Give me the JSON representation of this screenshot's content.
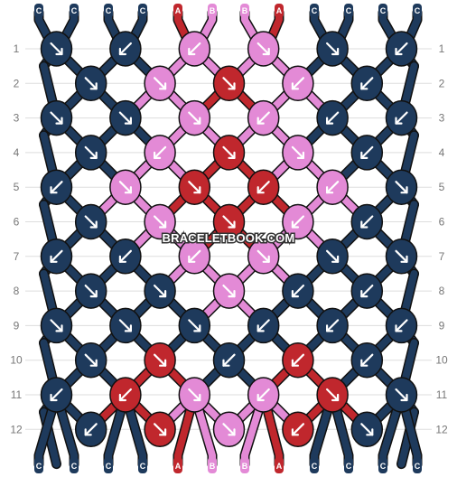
{
  "watermark": "BRACELETBOOK.COM",
  "colors": {
    "C": "#1e3a5c",
    "A": "#c0272d",
    "B": "#e38ad6"
  },
  "strands_top": [
    "C",
    "C",
    "C",
    "C",
    "A",
    "B",
    "B",
    "A",
    "C",
    "C",
    "C",
    "C"
  ],
  "strands_bottom": [
    "C",
    "C",
    "C",
    "C",
    "A",
    "B",
    "B",
    "A",
    "C",
    "C",
    "C",
    "C"
  ],
  "row_labels": [
    "1",
    "2",
    "3",
    "4",
    "5",
    "6",
    "7",
    "8",
    "9",
    "10",
    "11",
    "12"
  ],
  "knot_rows": [
    [
      {
        "c": "C",
        "d": "ur"
      },
      {
        "c": "C",
        "d": "ul"
      },
      {
        "c": "B",
        "d": "ul"
      },
      {
        "c": "B",
        "d": "ur"
      },
      {
        "c": "C",
        "d": "ur"
      },
      {
        "c": "C",
        "d": "ul"
      }
    ],
    [
      {
        "c": "C",
        "d": "ur"
      },
      {
        "c": "B",
        "d": "ur"
      },
      {
        "c": "A",
        "d": "ur"
      },
      {
        "c": "B",
        "d": "ul"
      },
      {
        "c": "C",
        "d": "ul"
      }
    ],
    [
      {
        "c": "C",
        "d": "ur"
      },
      {
        "c": "C",
        "d": "ur"
      },
      {
        "c": "B",
        "d": "ur"
      },
      {
        "c": "B",
        "d": "ul"
      },
      {
        "c": "C",
        "d": "ul"
      },
      {
        "c": "C",
        "d": "ul"
      }
    ],
    [
      {
        "c": "C",
        "d": "ur"
      },
      {
        "c": "B",
        "d": "ul"
      },
      {
        "c": "A",
        "d": "ur"
      },
      {
        "c": "B",
        "d": "ur"
      },
      {
        "c": "C",
        "d": "ul"
      }
    ],
    [
      {
        "c": "C",
        "d": "ul"
      },
      {
        "c": "B",
        "d": "ur"
      },
      {
        "c": "A",
        "d": "ur"
      },
      {
        "c": "A",
        "d": "ul"
      },
      {
        "c": "B",
        "d": "ul"
      },
      {
        "c": "C",
        "d": "ur"
      }
    ],
    [
      {
        "c": "C",
        "d": "ur"
      },
      {
        "c": "B",
        "d": "ur"
      },
      {
        "c": "A",
        "d": "ur"
      },
      {
        "c": "B",
        "d": "ul"
      },
      {
        "c": "C",
        "d": "ul"
      }
    ],
    [
      {
        "c": "C",
        "d": "ul"
      },
      {
        "c": "C",
        "d": "ul"
      },
      {
        "c": "B",
        "d": "ul"
      },
      {
        "c": "B",
        "d": "ur"
      },
      {
        "c": "C",
        "d": "ur"
      },
      {
        "c": "C",
        "d": "ur"
      }
    ],
    [
      {
        "c": "C",
        "d": "ur"
      },
      {
        "c": "C",
        "d": "ur"
      },
      {
        "c": "B",
        "d": "ur"
      },
      {
        "c": "C",
        "d": "ul"
      },
      {
        "c": "C",
        "d": "ul"
      }
    ],
    [
      {
        "c": "C",
        "d": "ur"
      },
      {
        "c": "C",
        "d": "ur"
      },
      {
        "c": "C",
        "d": "ur"
      },
      {
        "c": "C",
        "d": "ul"
      },
      {
        "c": "C",
        "d": "ul"
      },
      {
        "c": "C",
        "d": "ul"
      }
    ],
    [
      {
        "c": "C",
        "d": "ur"
      },
      {
        "c": "A",
        "d": "ur"
      },
      {
        "c": "C",
        "d": "ul"
      },
      {
        "c": "A",
        "d": "ul"
      },
      {
        "c": "C",
        "d": "ul"
      }
    ],
    [
      {
        "c": "C",
        "d": "ul"
      },
      {
        "c": "A",
        "d": "ul"
      },
      {
        "c": "B",
        "d": "ur"
      },
      {
        "c": "B",
        "d": "ul"
      },
      {
        "c": "A",
        "d": "ur"
      },
      {
        "c": "C",
        "d": "ur"
      }
    ],
    [
      {
        "c": "C",
        "d": "ul"
      },
      {
        "c": "A",
        "d": "ur"
      },
      {
        "c": "B",
        "d": "ur"
      },
      {
        "c": "A",
        "d": "ul"
      },
      {
        "c": "C",
        "d": "ur"
      }
    ]
  ]
}
